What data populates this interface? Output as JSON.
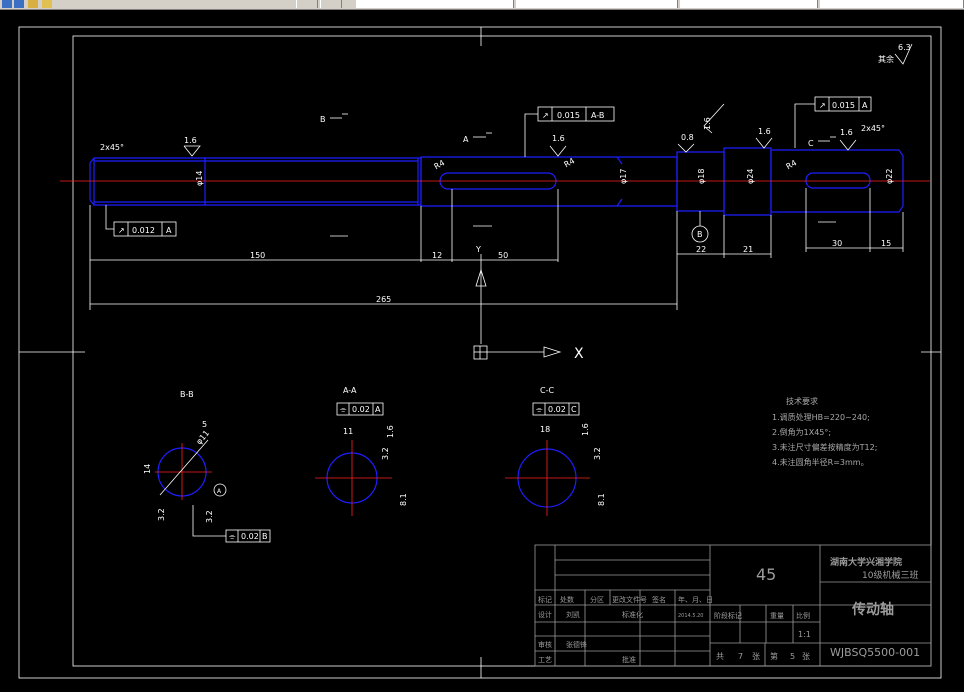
{
  "toolbar": {
    "tabs": [
      "",
      "",
      "",
      "",
      ""
    ]
  },
  "drawing": {
    "roughness": "6.3",
    "roughness_prefix": "其余",
    "chamfer_left": "2x45°",
    "chamfer_right": "2x45°",
    "rough_16": "1.6",
    "rough_08": "0.8",
    "radius": "R4",
    "tolerances": {
      "t1_sym": "↗",
      "t1_val": "0.012",
      "t1_ref": "A",
      "t2_sym": "↗",
      "t2_val": "0.015",
      "t2_ref": "A-B",
      "t3_sym": "↗",
      "t3_val": "0.015",
      "t3_ref": "A"
    },
    "section_marks": {
      "a": "A",
      "b": "B",
      "c": "C"
    },
    "datum_b": "B",
    "dims": {
      "d150": "150",
      "d12": "12",
      "d50": "50",
      "d22": "22",
      "d21": "21",
      "d30": "30",
      "d15": "15",
      "d265": "265"
    },
    "diameters": {
      "d1": "φ14",
      "d2": "φ17",
      "d3": "φ18",
      "d4": "φ24",
      "d5": "φ22"
    },
    "axis_y": "Y",
    "axis_x": "X",
    "sections": {
      "bb": {
        "title": "B-B",
        "width": "5",
        "diam": "φ11",
        "height": "14",
        "rough": "3.2",
        "rough2": "3.2",
        "datum": "A",
        "sym": "⌯",
        "tol": "0.02",
        "ref": "B"
      },
      "aa": {
        "title": "A-A",
        "sym": "⌯",
        "tol": "0.02",
        "ref": "A",
        "width": "11",
        "rough": "1.6",
        "rough2": "3.2",
        "depth": "8.1"
      },
      "cc": {
        "title": "C-C",
        "sym": "⌯",
        "tol": "0.02",
        "ref": "C",
        "width": "18",
        "rough": "1.6",
        "rough2": "3.2",
        "depth": "8.1"
      }
    },
    "tech_req": {
      "title": "技术要求",
      "items": [
        "1.调质处理HB=220~240;",
        "2.倒角为1X45°;",
        "3.未注尺寸偏差按精度为T12;",
        "4.未注圆角半径R=3mm。"
      ]
    },
    "title_block": {
      "material": "45",
      "school_line1": "湖南大学兴湘学院",
      "school_line2": "10级机械三班",
      "part_name": "传动轴",
      "drawing_no": "WJBSQ5500-001",
      "labels": {
        "mark": "标记",
        "count": "处数",
        "zone": "分区",
        "change_doc": "更改文件号",
        "sign": "签名",
        "ymd": "年、月、日",
        "design": "设计",
        "standard": "标准化",
        "check": "审核",
        "process": "工艺",
        "approve": "批准",
        "stage": "阶段标记",
        "weight": "重量",
        "scale": "比例",
        "total": "共",
        "sheet": "张",
        "page": "第"
      },
      "designer": "刘凯",
      "checker": "张德锋",
      "date": "2014.5.20",
      "scale_val": "1:1",
      "total_sheets": "7",
      "sheet_no": "5"
    }
  }
}
